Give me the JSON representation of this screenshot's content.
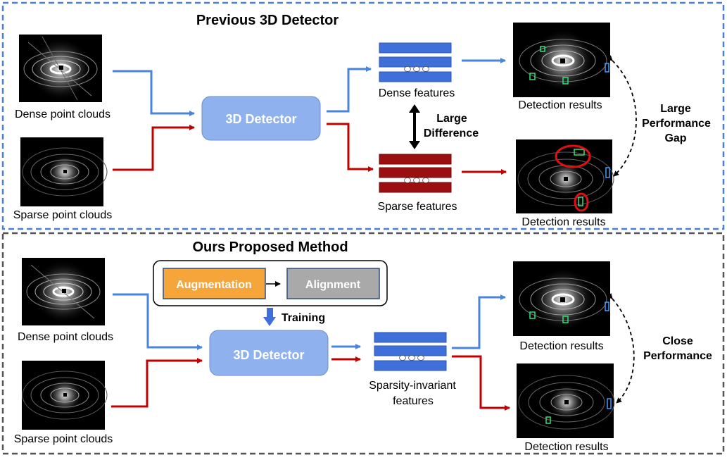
{
  "top_panel": {
    "title": "Previous 3D Detector",
    "dense_input_label": "Dense point clouds",
    "sparse_input_label": "Sparse point clouds",
    "detector_label": "3D Detector",
    "dense_features_label": "Dense features",
    "sparse_features_label": "Sparse features",
    "difference_label_line1": "Large",
    "difference_label_line2": "Difference",
    "dense_result_label": "Detection results",
    "sparse_result_label": "Detection results",
    "gap_label_line1": "Large",
    "gap_label_line2": "Performance",
    "gap_label_line3": "Gap"
  },
  "bottom_panel": {
    "title": "Ours Proposed Method",
    "dense_input_label": "Dense point clouds",
    "sparse_input_label": "Sparse point clouds",
    "augmentation_label": "Augmentation",
    "alignment_label": "Alignment",
    "training_label": "Training",
    "detector_label": "3D Detector",
    "features_label_line1": "Sparsity-invariant",
    "features_label_line2": "features",
    "dense_result_label": "Detection results",
    "sparse_result_label": "Detection results",
    "performance_label_line1": "Close",
    "performance_label_line2": "Performance"
  },
  "colors": {
    "blue_border": "#4a7fd6",
    "gray_border": "#555555",
    "detector_fill": "#8fb2ee",
    "dense_feature": "#3f6fd8",
    "sparse_feature": "#9c0f10",
    "blue_arrow": "#4a85dc",
    "red_arrow": "#c00000",
    "augmentation_fill": "#f6a53a",
    "alignment_fill": "#a9a9a9"
  }
}
